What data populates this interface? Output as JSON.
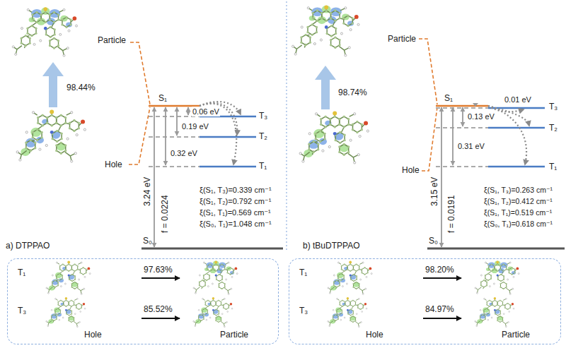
{
  "diagram": {
    "nodes": [
      {
        "text": [
          "T₁",
          "97.63%",
          "T₃",
          "85.52%",
          "Hole",
          "Particle"
        ]
      },
      {
        "text": [
          "T₁",
          "98.20%",
          "T₃",
          "84.97%",
          "Hole",
          "Particle"
        ]
      }
    ],
    "labels": [
      "Particle",
      "98.44%",
      "Hole",
      "S₁",
      "0.06 eV",
      "0.19 eV",
      "0.32 eV",
      "T₃",
      "T₂",
      "T₁",
      "3.24 eV",
      "f = 0.0224",
      "ξ(S₁, T₃)=0.339 cm⁻¹",
      "ξ(S₁, T₂)=0.792 cm⁻¹",
      "ξ(S₁, T₁)=0.569 cm⁻¹",
      "ξ(S₀, T₁)=1.048 cm⁻¹",
      "S₀",
      "a) DTPPAO",
      "Particle",
      "98.74%",
      "Hole",
      "S₁",
      "0.01 eV",
      "0.13 eV",
      "0.31 eV",
      "T₃",
      "T₂",
      "T₁",
      "3.15 eV",
      "f = 0.0191",
      "ξ(S₁, T₃)=0.263 cm⁻¹",
      "ξ(S₁, T₂)=0.412 cm⁻¹",
      "ξ(S₁, T₁)=0.519 cm⁻¹",
      "ξ(S₀, T₁)=0.618 cm⁻¹",
      "S₀",
      "b) tBuDTPPAO"
    ]
  }
}
